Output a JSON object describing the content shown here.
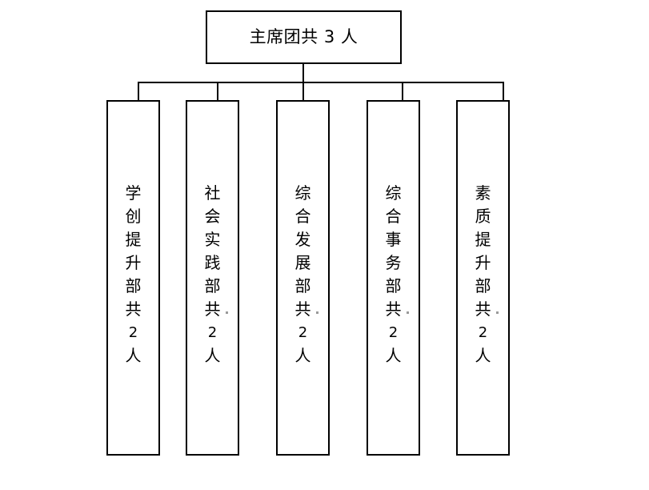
{
  "diagram": {
    "type": "organization-chart",
    "title_text": "主席团共 3 人",
    "root": {
      "label": "主席团共 3 人",
      "name": "主席团",
      "count": 3,
      "count_unit": "人",
      "orientation": "horizontal"
    },
    "children": [
      {
        "label": "学创提升部共 2 人",
        "name": "学创提升部",
        "count": 2,
        "count_unit": "人",
        "orientation": "vertical",
        "chars": [
          "学",
          "创",
          "提",
          "升",
          "部",
          "共",
          "2",
          "人"
        ],
        "speck_after_index": -1
      },
      {
        "label": "社会实践部共 2 人",
        "name": "社会实践部",
        "count": 2,
        "count_unit": "人",
        "orientation": "vertical",
        "chars": [
          "社",
          "会",
          "实",
          "践",
          "部",
          "共",
          "2",
          "人"
        ],
        "speck_after_index": 5
      },
      {
        "label": "综合发展部共 2 人",
        "name": "综合发展部",
        "count": 2,
        "count_unit": "人",
        "orientation": "vertical",
        "chars": [
          "综",
          "合",
          "发",
          "展",
          "部",
          "共",
          "2",
          "人"
        ],
        "speck_after_index": 5
      },
      {
        "label": "综合事务部共 2 人",
        "name": "综合事务部",
        "count": 2,
        "count_unit": "人",
        "orientation": "vertical",
        "chars": [
          "综",
          "合",
          "事",
          "务",
          "部",
          "共",
          "2",
          "人"
        ],
        "speck_after_index": 5
      },
      {
        "label": "素质提升部共 2 人",
        "name": "素质提升部",
        "count": 2,
        "count_unit": "人",
        "orientation": "vertical",
        "chars": [
          "素",
          "质",
          "提",
          "升",
          "部",
          "共",
          "2",
          "人"
        ],
        "speck_after_index": 5
      }
    ],
    "colors": {
      "background": "#ffffff",
      "line": "#000000",
      "text": "#000000",
      "speck": "#9a9a9a"
    }
  }
}
